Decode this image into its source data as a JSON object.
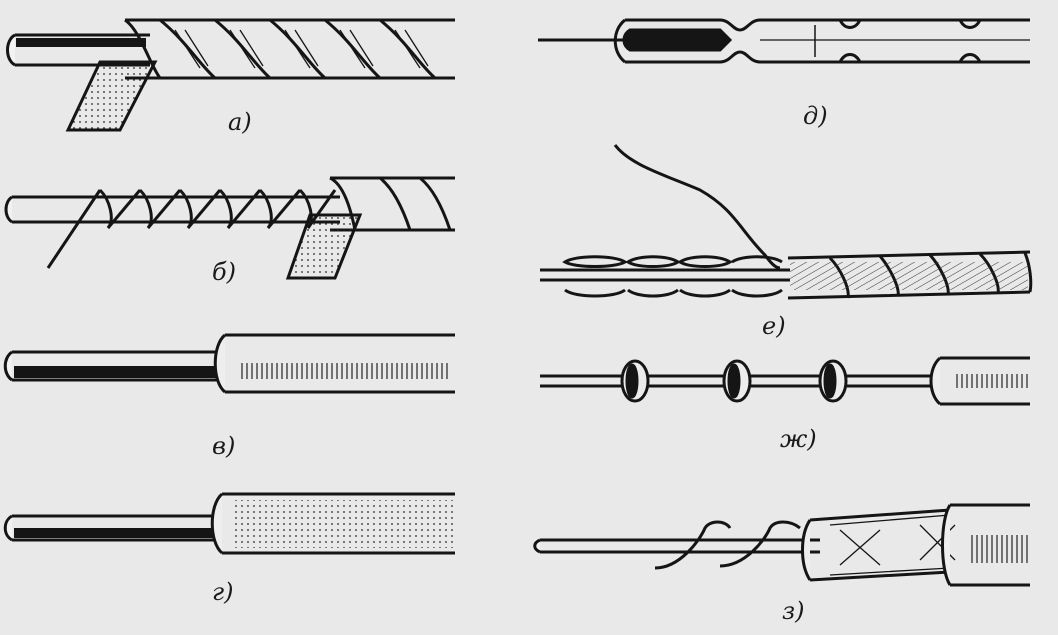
{
  "figure": {
    "panels": [
      {
        "id": "a",
        "label": "а)"
      },
      {
        "id": "b",
        "label": "б)"
      },
      {
        "id": "v",
        "label": "в)"
      },
      {
        "id": "g",
        "label": "г)"
      },
      {
        "id": "d",
        "label": "д)"
      },
      {
        "id": "e",
        "label": "е)"
      },
      {
        "id": "zh",
        "label": "ж)"
      },
      {
        "id": "z",
        "label": "з)"
      }
    ]
  },
  "colors": {
    "ink": "#151515",
    "paper": "#e9e9e9",
    "light": "#f4f4f4"
  }
}
